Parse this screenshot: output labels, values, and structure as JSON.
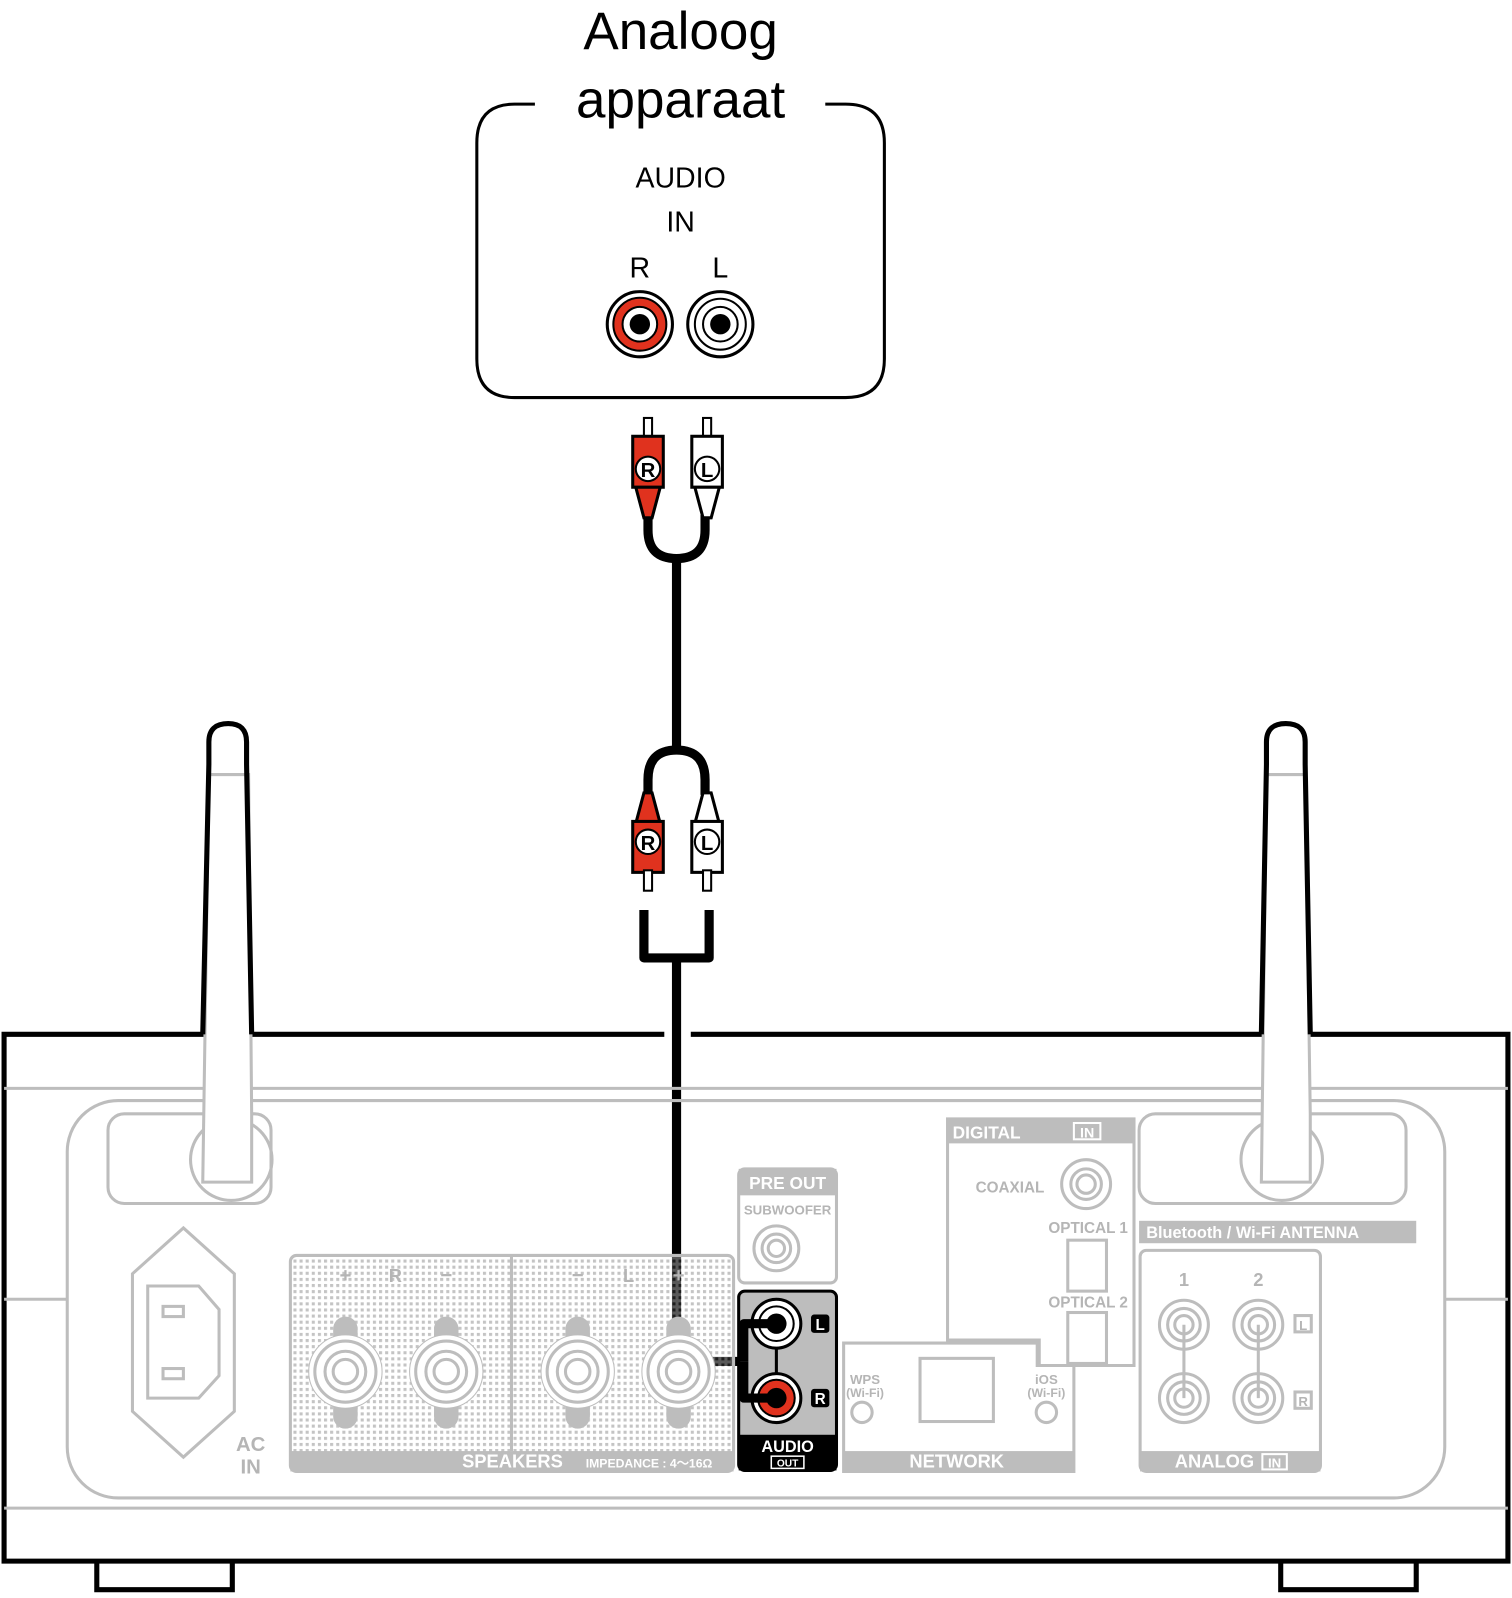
{
  "device": {
    "title_line1": "Analoog",
    "title_line2": "apparaat",
    "audio_label": "AUDIO",
    "in_label": "IN",
    "r_label": "R",
    "l_label": "L"
  },
  "cable": {
    "plug_r": "R",
    "plug_l": "L"
  },
  "receiver": {
    "ac_in": [
      "AC",
      "IN"
    ],
    "speakers": {
      "label": "SPEAKERS",
      "impedance": "IMPEDANCE : 4～16Ω",
      "plus": "+",
      "minus": "−",
      "r": "R",
      "l": "L"
    },
    "pre_out": {
      "label": "PRE OUT",
      "subwoofer": "SUBWOOFER"
    },
    "audio_out": {
      "label": "AUDIO",
      "sub": "OUT",
      "l": "L",
      "r": "R"
    },
    "network": {
      "label": "NETWORK",
      "wps": [
        "WPS",
        "(Wi-Fi)"
      ],
      "ios": [
        "iOS",
        "(Wi-Fi)"
      ]
    },
    "digital": {
      "label": "DIGITAL",
      "in": "IN",
      "coaxial": "COAXIAL",
      "optical1": "OPTICAL 1",
      "optical2": "OPTICAL 2"
    },
    "antenna": {
      "label": "Bluetooth / Wi-Fi ANTENNA"
    },
    "analog": {
      "label": "ANALOG",
      "in": "IN",
      "col1": "1",
      "col2": "2",
      "l": "L",
      "r": "R"
    }
  },
  "colors": {
    "red": "#e0321e",
    "grey": "#bdbdbd",
    "black": "#000000"
  }
}
